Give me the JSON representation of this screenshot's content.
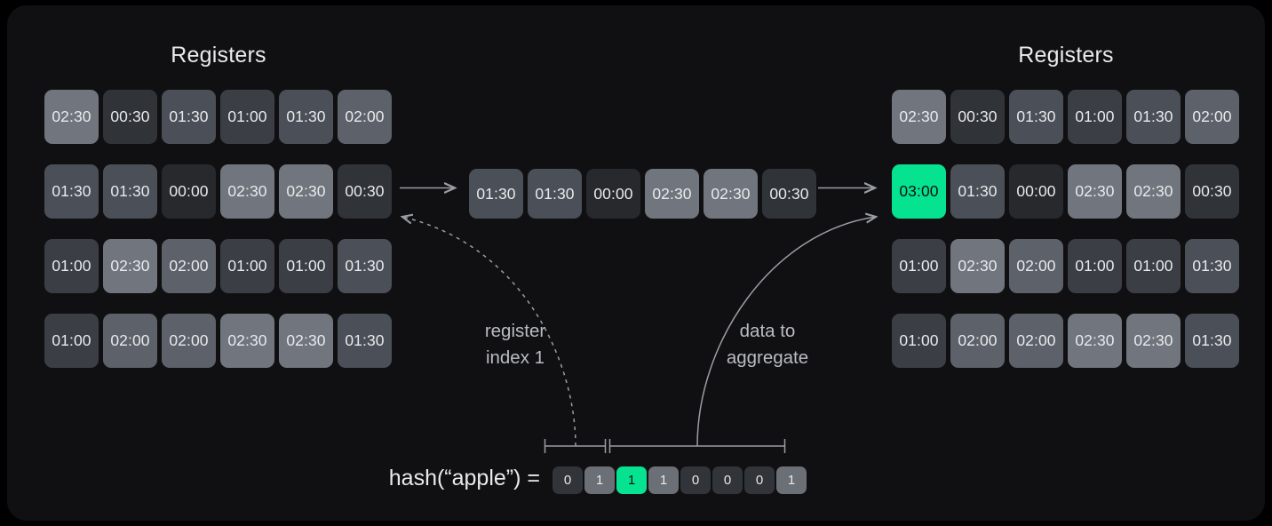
{
  "titles": {
    "left": "Registers",
    "right": "Registers"
  },
  "registers_left": [
    [
      "02:30",
      "00:30",
      "01:30",
      "01:00",
      "01:30",
      "02:00"
    ],
    [
      "01:30",
      "01:30",
      "00:00",
      "02:30",
      "02:30",
      "00:30"
    ],
    [
      "01:00",
      "02:30",
      "02:00",
      "01:00",
      "01:00",
      "01:30"
    ],
    [
      "01:00",
      "02:00",
      "02:00",
      "02:30",
      "02:30",
      "01:30"
    ]
  ],
  "registers_right": [
    [
      "02:30",
      "00:30",
      "01:30",
      "01:00",
      "01:30",
      "02:00"
    ],
    [
      "03:00",
      "01:30",
      "00:00",
      "02:30",
      "02:30",
      "00:30"
    ],
    [
      "01:00",
      "02:30",
      "02:00",
      "01:00",
      "01:00",
      "01:30"
    ],
    [
      "01:00",
      "02:00",
      "02:00",
      "02:30",
      "02:30",
      "01:30"
    ]
  ],
  "highlight_right": {
    "row": 1,
    "col": 0,
    "value": "03:00"
  },
  "selected_row": [
    "01:30",
    "01:30",
    "00:00",
    "02:30",
    "02:30",
    "00:30"
  ],
  "annotations": {
    "register_index": "register\nindex 1",
    "data_to_aggregate": "data to\naggregate"
  },
  "hash": {
    "label": "hash(“apple”) =",
    "bits": [
      "0",
      "1",
      "1",
      "1",
      "0",
      "0",
      "0",
      "1"
    ],
    "highlight_bit_index": 2
  },
  "colors": {
    "accent_green": "#05e391",
    "panel_bg": "#101012",
    "text": "#e9eaec",
    "muted_text": "#b9bcc1",
    "connector": "#9a9da2"
  }
}
